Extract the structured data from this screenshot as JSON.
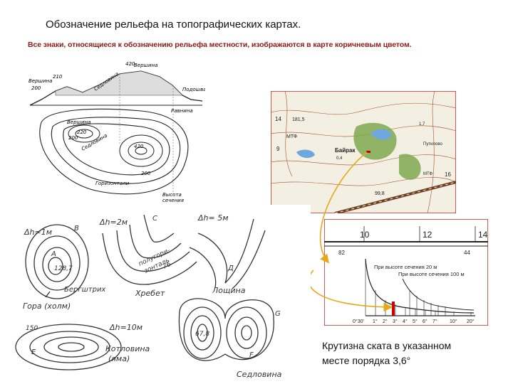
{
  "slide": {
    "title": "Обозначение рельефа на топографических картах.",
    "subtitle": "Все знаки, относящиеся к обозначению рельефа местности, изображаются в карте коричневым цветом.",
    "caption_line1": "Крутизна ската в указанном",
    "caption_line2": "месте порядка 3,6°"
  },
  "profile_diagram": {
    "labels": {
      "peak_top": "Вершина",
      "elev_top": "420",
      "saddle": "Седловина",
      "peak_left": "Вершина",
      "elev_left_top": "210",
      "elev_left_peak": "200",
      "foot": "Подошва",
      "plain": "Равнина",
      "peak_map": "Вершина",
      "elev_map1": "220",
      "elev_map2": "200",
      "saddle_map": "Седловина",
      "elev_map3": "420",
      "elev_map4": "200",
      "contours": "Горизонтали",
      "height_line1": "Высота",
      "height_line2": "сечения"
    }
  },
  "topo_map": {
    "labels": {
      "n14": "14",
      "n181": "181,5",
      "mtf": "МТФ",
      "n9": "9",
      "bayrak": "Байрак",
      "n04": "0,4",
      "n17": "1,7",
      "n99": "99,8",
      "putilovo": "Путилово",
      "mtf2": "МТФ",
      "n16": "16"
    }
  },
  "slope_scale": {
    "top_numbers": [
      "10",
      "12",
      "14"
    ],
    "mid_numbers": [
      "82",
      "44"
    ],
    "label_20m": "При высоте сечения 20 м",
    "label_100m": "При высоте сечения 100 м",
    "axis_ticks": [
      "0°30'",
      "1°",
      "2°",
      "3°",
      "4°",
      "5°",
      "6°",
      "7°",
      "10°",
      "20°"
    ]
  },
  "landforms": {
    "hill": {
      "dh": "Δh=1м",
      "B": "В",
      "A": "А",
      "mark": "128,7",
      "bergshtrikh": "Бергштрих",
      "name": "Гора (холм)"
    },
    "ridge": {
      "dh": "Δh=2м",
      "C": "С",
      "half": "полугори-",
      "half2": "зонталь",
      "val": "76",
      "name": "Хребет"
    },
    "hollow": {
      "dh": "Δh= 5м",
      "D": "Д",
      "name": "Лощина"
    },
    "basin": {
      "n150": "150",
      "dh": "Δh=10м",
      "E": "Е",
      "name1": "Котловина",
      "name2": "(яма)"
    },
    "saddle": {
      "n678": "67,8",
      "G": "G",
      "F": "F",
      "name": "Седловина"
    }
  },
  "colors": {
    "contour": "#333333",
    "map_brown": "#a0522d",
    "map_green": "#7fa84f",
    "water": "#6fa8dc",
    "arrow": "#e6a817",
    "marker": "#cc0000",
    "frame": "#cc2222"
  }
}
